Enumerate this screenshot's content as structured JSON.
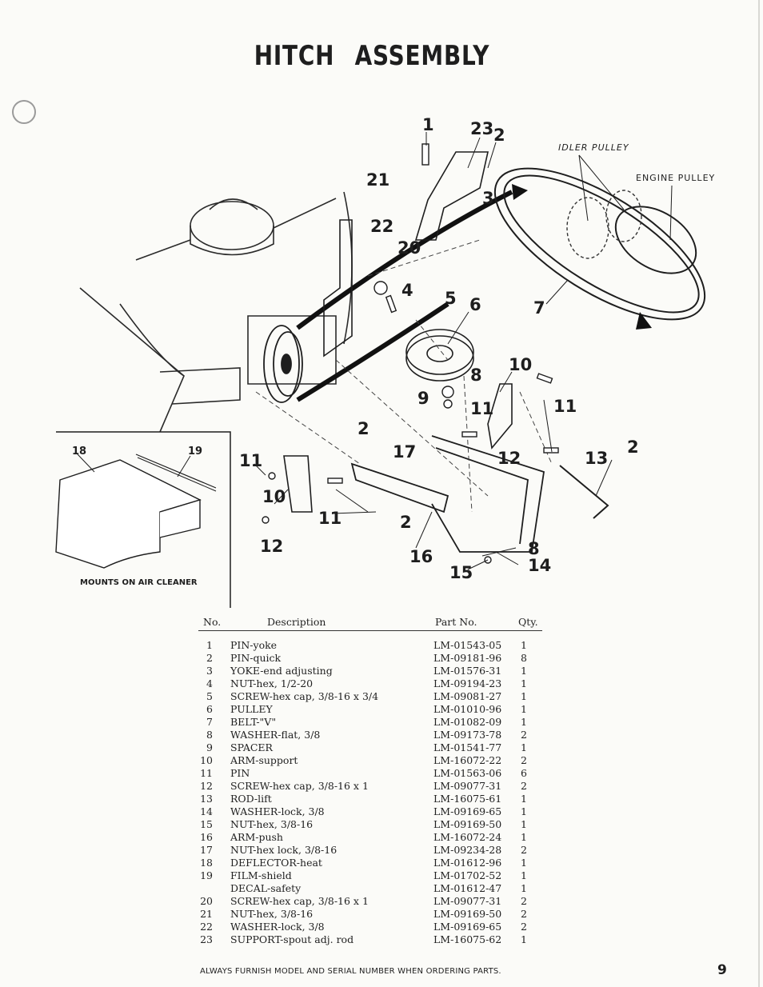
{
  "title": "HITCH ASSEMBLY",
  "diagram": {
    "callouts": [
      "1",
      "23",
      "2",
      "21",
      "3",
      "22",
      "20",
      "4",
      "5",
      "6",
      "7",
      "10",
      "8",
      "9",
      "11",
      "11",
      "2",
      "17",
      "12",
      "13",
      "2",
      "11",
      "10",
      "11",
      "2",
      "12",
      "16",
      "15",
      "8",
      "14"
    ],
    "pulley_labels": {
      "idler": "IDLER PULLEY",
      "engine": "ENGINE PULLEY"
    },
    "inset": {
      "labels": [
        "18",
        "19"
      ],
      "caption": "MOUNTS ON AIR CLEANER"
    }
  },
  "table": {
    "headers": {
      "no": "No.",
      "description": "Description",
      "part_no": "Part No.",
      "qty": "Qty."
    },
    "rows": [
      {
        "no": "1",
        "description": "PIN-yoke",
        "part_no": "LM-01543-05",
        "qty": "1"
      },
      {
        "no": "2",
        "description": "PIN-quick",
        "part_no": "LM-09181-96",
        "qty": "8"
      },
      {
        "no": "3",
        "description": "YOKE-end adjusting",
        "part_no": "LM-01576-31",
        "qty": "1"
      },
      {
        "no": "4",
        "description": "NUT-hex, 1/2-20",
        "part_no": "LM-09194-23",
        "qty": "1"
      },
      {
        "no": "5",
        "description": "SCREW-hex cap, 3/8-16 x 3/4",
        "part_no": "LM-09081-27",
        "qty": "1"
      },
      {
        "no": "6",
        "description": "PULLEY",
        "part_no": "LM-01010-96",
        "qty": "1"
      },
      {
        "no": "7",
        "description": "BELT-\"V\"",
        "part_no": "LM-01082-09",
        "qty": "1"
      },
      {
        "no": "8",
        "description": "WASHER-flat, 3/8",
        "part_no": "LM-09173-78",
        "qty": "2"
      },
      {
        "no": "9",
        "description": "SPACER",
        "part_no": "LM-01541-77",
        "qty": "1"
      },
      {
        "no": "10",
        "description": "ARM-support",
        "part_no": "LM-16072-22",
        "qty": "2"
      },
      {
        "no": "11",
        "description": "PIN",
        "part_no": "LM-01563-06",
        "qty": "6"
      },
      {
        "no": "12",
        "description": "SCREW-hex cap, 3/8-16 x 1",
        "part_no": "LM-09077-31",
        "qty": "2"
      },
      {
        "no": "13",
        "description": "ROD-lift",
        "part_no": "LM-16075-61",
        "qty": "1"
      },
      {
        "no": "14",
        "description": "WASHER-lock, 3/8",
        "part_no": "LM-09169-65",
        "qty": "1"
      },
      {
        "no": "15",
        "description": "NUT-hex, 3/8-16",
        "part_no": "LM-09169-50",
        "qty": "1"
      },
      {
        "no": "16",
        "description": "ARM-push",
        "part_no": "LM-16072-24",
        "qty": "1"
      },
      {
        "no": "17",
        "description": "NUT-hex lock, 3/8-16",
        "part_no": "LM-09234-28",
        "qty": "2"
      },
      {
        "no": "18",
        "description": "DEFLECTOR-heat",
        "part_no": "LM-01612-96",
        "qty": "1"
      },
      {
        "no": "19",
        "description": "FILM-shield",
        "part_no": "LM-01702-52",
        "qty": "1"
      },
      {
        "no": "",
        "description": "DECAL-safety",
        "part_no": "LM-01612-47",
        "qty": "1"
      },
      {
        "no": "20",
        "description": "SCREW-hex cap, 3/8-16 x 1",
        "part_no": "LM-09077-31",
        "qty": "2"
      },
      {
        "no": "21",
        "description": "NUT-hex, 3/8-16",
        "part_no": "LM-09169-50",
        "qty": "2"
      },
      {
        "no": "22",
        "description": "WASHER-lock, 3/8",
        "part_no": "LM-09169-65",
        "qty": "2"
      },
      {
        "no": "23",
        "description": "SUPPORT-spout adj. rod",
        "part_no": "LM-16075-62",
        "qty": "1"
      }
    ]
  },
  "footer": "ALWAYS FURNISH MODEL AND SERIAL NUMBER WHEN ORDERING PARTS.",
  "page_number": "9"
}
